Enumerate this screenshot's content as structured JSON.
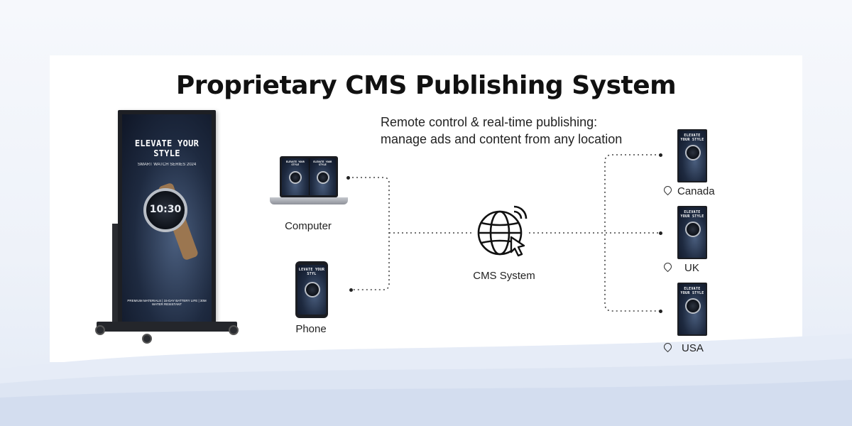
{
  "title": "Proprietary CMS Publishing System",
  "subtitle": {
    "line1": "Remote control & real-time publishing:",
    "line2": "manage ads and content from any location"
  },
  "screen_content": {
    "headline": "ELEVATE YOUR STYLE",
    "subheadline": "SMART WATCH SERIES 2024",
    "watch_time": "10:30",
    "footer": "PREMIUM MATERIALS | 15-DAY BATTERY LIFE | 30M WATER RESISTANT",
    "phone_headline": "LEVATE YOUR STYL"
  },
  "devices": {
    "computer_label": "Computer",
    "phone_label": "Phone",
    "cms_label": "CMS System"
  },
  "locations": [
    {
      "name": "Canada"
    },
    {
      "name": "UK"
    },
    {
      "name": "USA"
    }
  ],
  "colors": {
    "background": "#eef2f9",
    "panel": "#ffffff",
    "screen_dark": "#1e2a40",
    "frame": "#1d1f24",
    "connector": "#444444"
  },
  "icons": {
    "cms": "globe-cursor-icon",
    "location": "location-pin-icon"
  }
}
